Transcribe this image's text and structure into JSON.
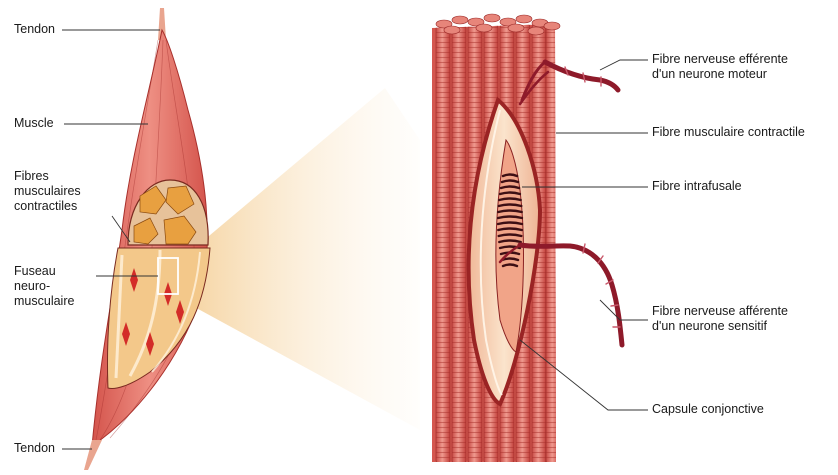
{
  "left_labels": {
    "tendon_top": "Tendon",
    "muscle": "Muscle",
    "contractile": [
      "Fibres",
      "musculaires",
      "contractiles"
    ],
    "spindle": [
      "Fuseau",
      "neuro-",
      "musculaire"
    ],
    "tendon_bottom": "Tendon"
  },
  "right_labels": {
    "efferent": [
      "Fibre nerveuse efférente",
      "d'un neurone moteur"
    ],
    "contractile_fiber": "Fibre musculaire contractile",
    "intrafusal": "Fibre intrafusale",
    "afferent": [
      "Fibre nerveuse afférente",
      "d'un neurone sensitif"
    ],
    "capsule": "Capsule conjonctive"
  },
  "colors": {
    "muscle": "#e0736a",
    "muscle_dark": "#b8332f",
    "capsule_fill": "#f6d3b4",
    "nerve": "#8e1a2a",
    "zoom_cone": "#f6d7a8",
    "fascicle": "#e8a040"
  }
}
